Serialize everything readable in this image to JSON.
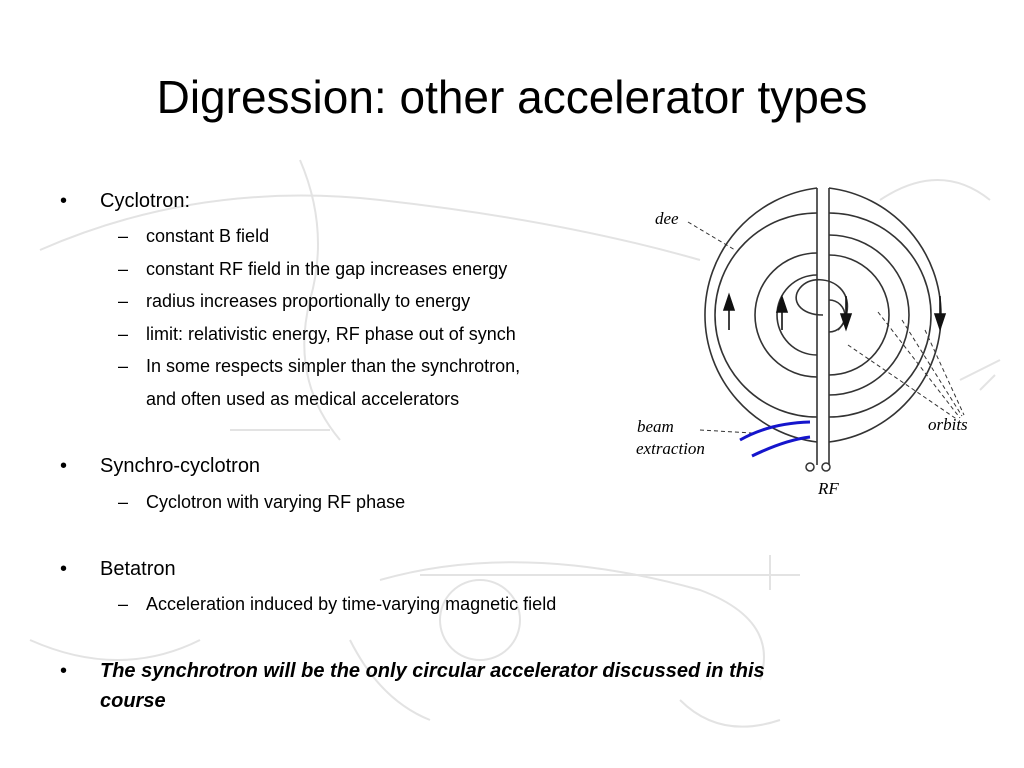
{
  "title": "Digression: other accelerator types",
  "bullets": [
    {
      "label": "Cyclotron:",
      "subs": [
        "constant B field",
        "constant RF field in the gap increases energy",
        "radius increases proportionally to energy",
        "limit: relativistic energy, RF phase out of synch",
        "In some respects simpler than the synchrotron,",
        "and often used as medical accelerators"
      ]
    },
    {
      "label": "Synchro-cyclotron",
      "subs": [
        "Cyclotron with varying RF phase"
      ]
    },
    {
      "label": "Betatron",
      "subs": [
        "Acceleration induced by time-varying magnetic field"
      ]
    },
    {
      "label": "The synchrotron will be the only circular accelerator discussed in this",
      "continuation": "course"
    }
  ],
  "bullet_marker": "•",
  "sub_marker": "–",
  "diagram": {
    "dee": "dee",
    "orbits": "orbits",
    "beam": "beam",
    "extraction": "extraction",
    "rf": "RF"
  },
  "colors": {
    "beam_path": "#1515cc",
    "lines": "#333333",
    "watermark": "#dcdcdc"
  }
}
